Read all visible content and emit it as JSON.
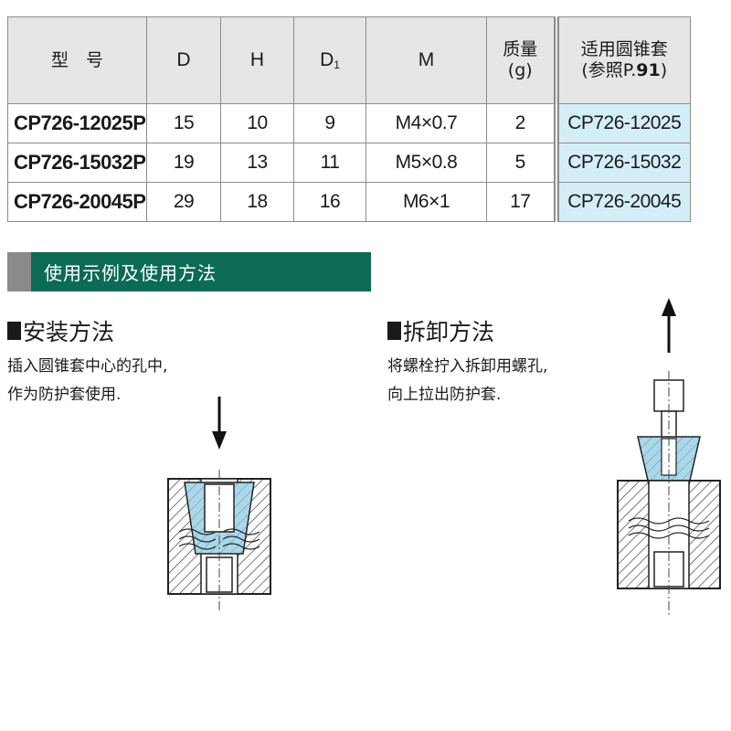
{
  "table": {
    "headers": {
      "model": "型　号",
      "d": "D",
      "h": "H",
      "d1_main": "D",
      "d1_sub": "1",
      "m": "M",
      "mass_line1": "质量",
      "mass_line2": "(g)",
      "cone_line1": "适用圆锥套",
      "cone_line2_prefix": "(参照P.",
      "cone_line2_page": "91",
      "cone_line2_suffix": ")"
    },
    "rows": [
      {
        "model": "CP726-12025P",
        "d": "15",
        "h": "10",
        "d1": "9",
        "m": "M4×0.7",
        "mass": "2",
        "cone": "CP726-12025"
      },
      {
        "model": "CP726-15032P",
        "d": "19",
        "h": "13",
        "d1": "11",
        "m": "M5×0.8",
        "mass": "5",
        "cone": "CP726-15032"
      },
      {
        "model": "CP726-20045P",
        "d": "29",
        "h": "18",
        "d1": "16",
        "m": "M6×1",
        "mass": "17",
        "cone": "CP726-20045"
      }
    ]
  },
  "section": {
    "title": "使用示例及使用方法"
  },
  "install": {
    "title": "安装方法",
    "lines": [
      "插入圆锥套中心的孔中,",
      "作为防护套使用."
    ]
  },
  "remove": {
    "title": "拆卸方法",
    "lines": [
      "将螺栓拧入拆卸用螺孔,",
      "向上拉出防护套."
    ]
  },
  "colors": {
    "section_bar": "#0c6b55",
    "section_tab": "#8a8a8a",
    "header_bg": "#e6e6e6",
    "cone_cell_bg": "#d4eef7",
    "part_fill": "#a9d8ea"
  }
}
